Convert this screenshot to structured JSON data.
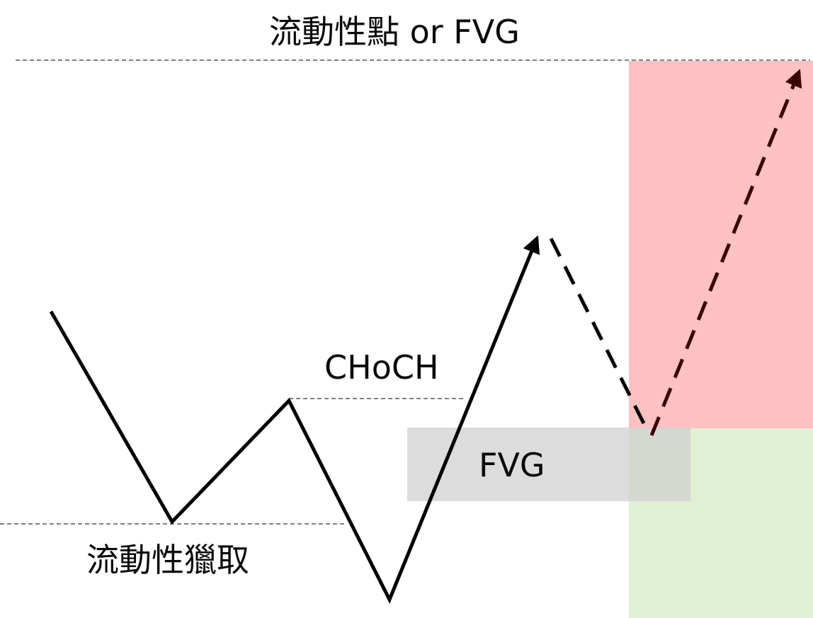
{
  "labels": {
    "top_target": "流動性點 or FVG",
    "choch": "CHoCH",
    "fvg": "FVG",
    "liquidity_sweep": "流動性獵取"
  },
  "colors": {
    "stroke": "#000000",
    "dashed_guide": "#333333",
    "target_zone": "#ffc1c1",
    "invalidation_zone": "#e1f0d4",
    "fvg_zone": "#d6d6d6",
    "projection_arrow": "#3a0000"
  }
}
